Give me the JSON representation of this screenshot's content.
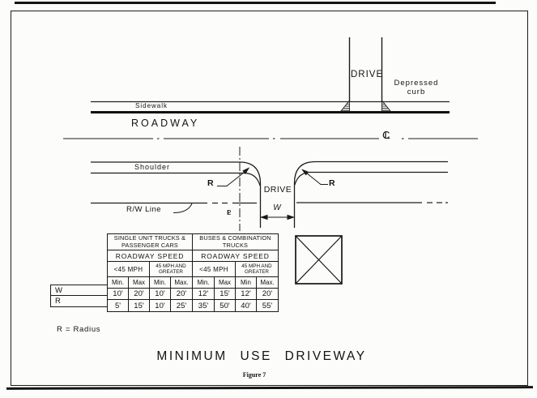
{
  "figure": {
    "title": "MINIMUM USE DRIVEWAY",
    "caption": "Figure 7",
    "radius_note": "R = Radius"
  },
  "plan_top": {
    "drive_label": "DRIVE",
    "depressed_curb_label": "Depressed curb",
    "sidewalk_label": "Sidewalk"
  },
  "roadway": {
    "label": "ROADWAY",
    "centerline_symbol": "CL"
  },
  "plan_bottom": {
    "shoulder_label": "Shoulder",
    "radius_label_left": "R",
    "radius_label_right": "R",
    "drive_label": "DRIVE",
    "rw_line_label": "R/W Line",
    "property_line_symbol": "PL",
    "width_symbol": "W"
  },
  "table": {
    "group_headers": [
      "SINGLE UNIT TRUCKS & PASSENGER CARS",
      "BUSES & COMBINATION TRUCKS"
    ],
    "speed_headers": [
      "ROADWAY SPEED",
      "ROADWAY SPEED"
    ],
    "speed_ranges": [
      "<45 MPH",
      "45 MPH AND GREATER",
      "<45 MPH",
      "45 MPH AND GREATER"
    ],
    "minmax": [
      "Min.",
      "Max",
      "Min.",
      "Max.",
      "Min.",
      "Max",
      "Min",
      "Max."
    ],
    "rows": [
      {
        "label": "W",
        "values": [
          "10'",
          "20'",
          "10'",
          "20'",
          "12'",
          "15'",
          "12'",
          "20'"
        ]
      },
      {
        "label": "R",
        "values": [
          "5'",
          "15'",
          "10'",
          "25'",
          "35'",
          "50'",
          "40'",
          "55'"
        ]
      }
    ]
  },
  "colors": {
    "ink": "#1a1a1a",
    "paper": "#fcfcfa"
  }
}
